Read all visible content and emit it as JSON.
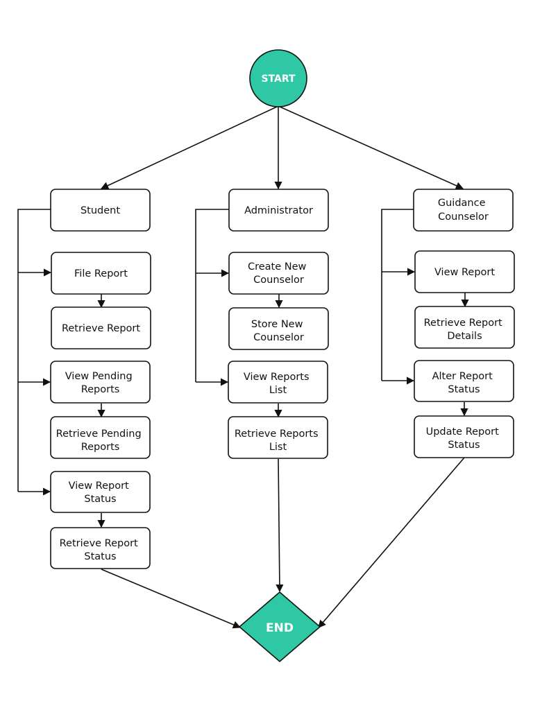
{
  "colors": {
    "terminal_fill": "#2ec9a4",
    "stroke": "#111111",
    "box_fill": "#ffffff",
    "terminal_text": "#ffffff"
  },
  "start": {
    "label": "START"
  },
  "end": {
    "label": "END"
  },
  "columns": {
    "student": {
      "header": "Student",
      "steps": {
        "file_report": "File Report",
        "retrieve_report": "Retrieve Report",
        "view_pending": [
          "View Pending",
          "Reports"
        ],
        "retrieve_pending": [
          "Retrieve Pending",
          "Reports"
        ],
        "view_status": [
          "View Report",
          "Status"
        ],
        "retrieve_status": [
          "Retrieve Report",
          "Status"
        ]
      }
    },
    "administrator": {
      "header": "Administrator",
      "steps": {
        "create_counselor": [
          "Create New",
          "Counselor"
        ],
        "store_counselor": [
          "Store New",
          "Counselor"
        ],
        "view_reports_list": [
          "View  Reports",
          "List"
        ],
        "retrieve_reports_list": [
          "Retrieve Reports",
          "List"
        ]
      }
    },
    "guidance_counselor": {
      "header": [
        "Guidance",
        "Counselor"
      ],
      "steps": {
        "view_report": "View  Report",
        "retrieve_details": [
          "Retrieve Report",
          "Details"
        ],
        "alter_status": [
          "Alter Report",
          "Status"
        ],
        "update_status": [
          "Update Report",
          "Status"
        ]
      }
    }
  }
}
